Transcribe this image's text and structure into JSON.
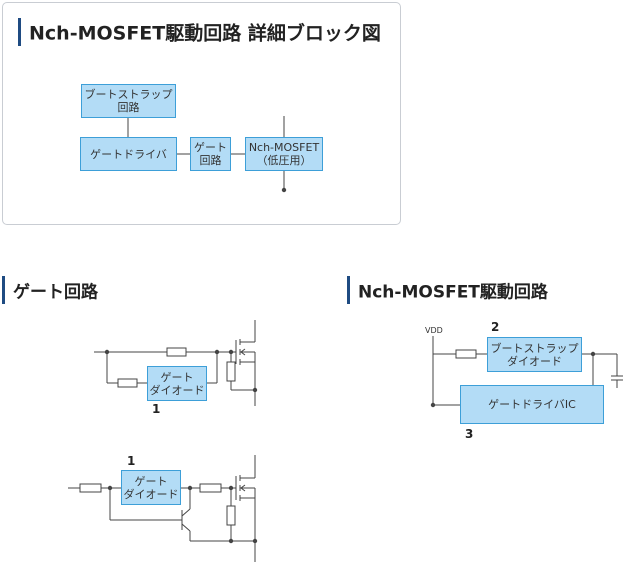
{
  "block_diagram": {
    "title": "Nch-MOSFET駆動回路 詳細ブロック図",
    "blocks": {
      "bootstrap": "ブートストラップ\n回路",
      "gate_driver": "ゲートドライバ",
      "gate_circuit": "ゲート\n回路",
      "mosfet": "Nch-MOSFET\n（低圧用）"
    }
  },
  "gate_circuit": {
    "title": "ゲート回路",
    "diode_block_1": "ゲート\nダイオード",
    "diode_label_1": "1",
    "diode_block_2": "ゲート\nダイオード",
    "diode_label_2": "1"
  },
  "drive_circuit": {
    "title": "Nch-MOSFET駆動回路",
    "vdd_label": "VDD",
    "bootstrap_diode": "ブートストラップ\nダイオード",
    "bootstrap_label": "2",
    "gate_driver_ic": "ゲートドライバIC",
    "gate_driver_label": "3"
  },
  "colors": {
    "block_fill": "#b3dcf6",
    "block_border": "#3d9fd8",
    "heading_bar": "#1f4b82",
    "wire": "#444444"
  }
}
